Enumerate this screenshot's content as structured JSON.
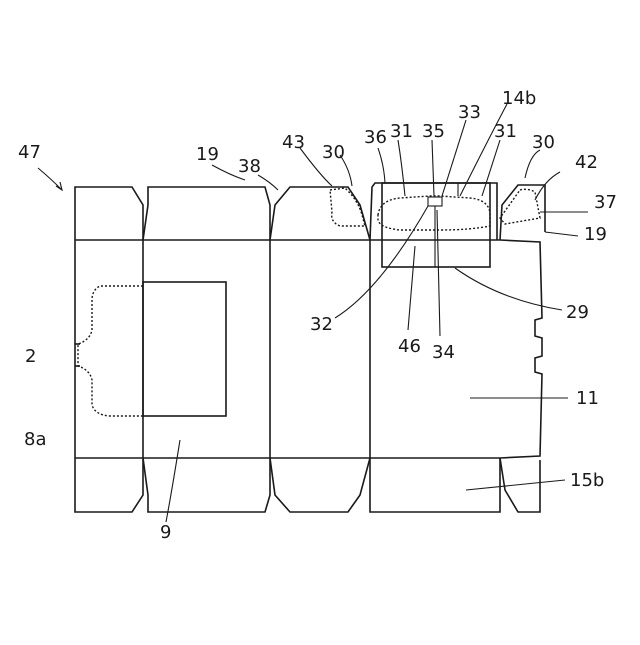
{
  "diagram": {
    "labels": {
      "l47": "47",
      "l19a": "19",
      "l38": "38",
      "l43": "43",
      "l30a": "30",
      "l36": "36",
      "l31a": "31",
      "l35": "35",
      "l33": "33",
      "l14b": "14b",
      "l31b": "31",
      "l30b": "30",
      "l42": "42",
      "l37": "37",
      "l19b": "19",
      "l29": "29",
      "l32": "32",
      "l46": "46",
      "l34": "34",
      "l2": "2",
      "l11": "11",
      "l8a": "8a",
      "l15b": "15b",
      "l9": "9"
    }
  }
}
